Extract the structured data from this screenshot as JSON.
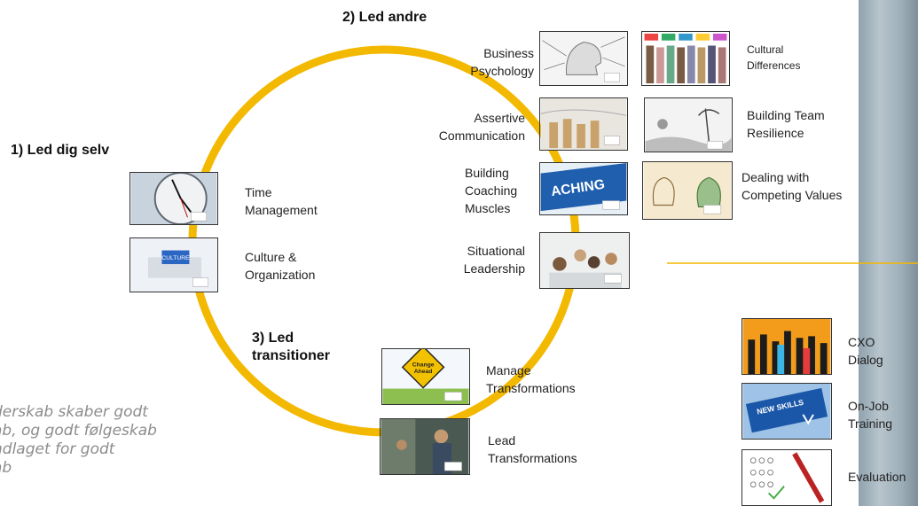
{
  "colors": {
    "ring": "#f3b800",
    "divider": "#f3b800",
    "accent_blue": "#1f5fae"
  },
  "headings": {
    "self": "1) Led dig selv",
    "others": "2) Led andre",
    "transitions": "3) Led\ntransitioner"
  },
  "topics": {
    "time_management": "Time\nManagement",
    "culture_org": "Culture &\nOrganization",
    "business_psych": "Business\nPsychology",
    "cultural_diff": "Cultural\nDifferences",
    "assertive_comm": "Assertive\nCommunication",
    "team_resilience": "Building Team\nResilience",
    "coaching": "Building\nCoaching\nMuscles",
    "competing_values": "Dealing with\nCompeting Values",
    "situational": "Situational\nLeadership",
    "manage_transf": "Manage\nTransformations",
    "lead_transf": "Lead\nTransformations",
    "cxo": "CXO\nDialog",
    "onjob": "On-Job\nTraining",
    "evaluation": "Evaluation"
  },
  "image_text": {
    "puzzle": "CULTURE",
    "coaching": "ACHING",
    "change_sign": "Change\nAhead",
    "new_skills": "NEW SKILLS"
  },
  "quote": "derskab skaber godt\nab, og godt følgeskab\nndlaget for godt\nab"
}
